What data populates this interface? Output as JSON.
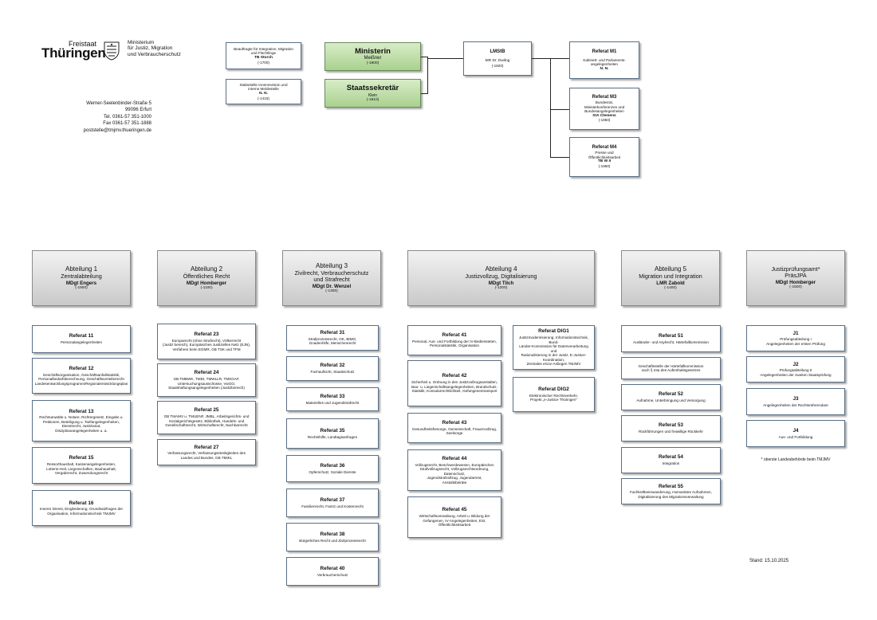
{
  "logo": {
    "state_small": "Freistaat",
    "state_big": "Thüringen",
    "ministry_lines": [
      "Ministerium",
      "für Justiz, Migration",
      "und Verbraucherschutz"
    ]
  },
  "address": {
    "street": "Werner-Seelenbinder-Straße 5",
    "city": "99096 Erfurt",
    "tel": "Tel.   0361-57 351-1000",
    "fax": "Fax  0361-57 351-1888",
    "email": "poststelle@tmjmv.thueringen.de"
  },
  "top_left_boxes": [
    {
      "lines": [
        "Beauftragte für Integration, Migration",
        "und Flüchtlinge"
      ],
      "head": "TB Storch",
      "code": "(-1700)"
    },
    {
      "lines": [
        "Stabsstelle Innenrevision und",
        "interne Meldestelle"
      ],
      "head": "N. N.",
      "code": "(-1415)"
    }
  ],
  "leadership": {
    "minister": {
      "title": "Ministerin",
      "name": "Meißner",
      "code": "(-1800)"
    },
    "secretary": {
      "title": "Staatssekretär",
      "name": "Klein",
      "code": "(-1810)"
    }
  },
  "lmstb": {
    "title": "LMStB",
    "head": "MR Dr. Dwilng",
    "code": "(-1820)"
  },
  "staff_units": [
    {
      "title": "Referat M1",
      "lines": [
        "Kabinett- und Parlaments-",
        "angelegenheiten"
      ],
      "head": "N. N.",
      "code": ""
    },
    {
      "title": "Referat M3",
      "lines": [
        "Bundesrat,",
        "Ministerkonferenzen und",
        "Bundesangelegenheiten"
      ],
      "head": "StA Clemens",
      "code": "(-1850)"
    },
    {
      "title": "Referat M4",
      "lines": [
        "Presse und",
        "Öffentlichkeitsarbeit"
      ],
      "head": "TB W II",
      "code": "(-1860)"
    }
  ],
  "departments": [
    {
      "title": "Abteilung 1",
      "subtitle": [
        "Zentralabteilung"
      ],
      "head": "MDgt Engers",
      "code": "(-1900)",
      "units": [
        {
          "title": "Referat 11",
          "lines": [
            "Personalangelegenheiten"
          ]
        },
        {
          "title": "Referat 12",
          "lines": [
            "Geschäftsorganisation, Geschäftsanfallstatistik,",
            "Personalbedarfsberechnung, Geschäftsverteilerrecht",
            "Landesentwicklungsprogramm/Regionalentwicklungsplan"
          ]
        },
        {
          "title": "Referat 13",
          "lines": [
            "Rechtsanwälte u. Notare, Richtergesetz, Eingabe u.",
            "Petitionen, Beteiligung u. Tarifangelegenheiten,",
            "Dienstrecht, Justiziariat,",
            "Disziplinarangelegenheiten u. a."
          ]
        },
        {
          "title": "Referat 15",
          "lines": [
            "Ressorthaushalt, Kassenangelegenheiten,",
            "Lotterie-Heil, Liegenschaften, Bauhaushalt,",
            "Vergaberecht, Zuwendungsrecht"
          ]
        },
        {
          "title": "Referat 16",
          "lines": [
            "Innerer Dienst, Eingliederung, Grundsatzfragen der",
            "Organisation, Informationstechnik TMJMV"
          ]
        }
      ]
    },
    {
      "title": "Abteilung 2",
      "subtitle": [
        "Öffentliches Recht"
      ],
      "head": "MDgt Homberger",
      "code": "(-1100)",
      "units": [
        {
          "title": "Referat 23",
          "lines": [
            "Europarecht (ohne Strafrecht), Völkerrecht",
            "(Justiz bereich), Europäisches Justizielles Netz (EJN),",
            "Verfahren beim EGMR, GB TSK und TFM"
          ]
        },
        {
          "title": "Referat 24",
          "lines": [
            "GB TMBWK, TMDI, TMWLLR, TMSGAF,",
            "Untersuchungsausschüsse, VwGO,",
            "Staatshaftungsangelegenheiten (Justizbereich)"
          ]
        },
        {
          "title": "Referat 25",
          "lines": [
            "GB TMAMV u. TMUENF, JMBL, Arbeitsgerichts- und",
            "Sozialgerichtsgesetz, Bibliothek, Handels- und",
            "Gesellschaftsrecht, Wirtschaftsrecht, Nachbarrecht"
          ]
        },
        {
          "title": "Referat 27",
          "lines": [
            "Verfassungsrecht, Verfassungsstreitigkeiten des",
            "Landes und Bundes, GB TMIKL"
          ]
        }
      ]
    },
    {
      "title": "Abteilung 3",
      "subtitle": [
        "Zivilrecht, Verbraucherschutz",
        "und Strafrecht"
      ],
      "head": "MDgt Dr. Wenzel",
      "code": "(-1300)",
      "units": [
        {
          "title": "Referat 31",
          "lines": [
            "Strafprozessrecht, OK, BtMG,",
            "Gnadenhilfe, Menschenrecht"
          ]
        },
        {
          "title": "Referat 32",
          "lines": [
            "Fachaufsicht, Staatsschutz"
          ]
        },
        {
          "title": "Referat 33",
          "lines": [
            "Materielles und Jugendstrafrecht"
          ]
        },
        {
          "title": "Referat 35",
          "lines": [
            "Rechtshilfe, Landtagsanfragen"
          ]
        },
        {
          "title": "Referat 36",
          "lines": [
            "Opferschutz, Soziale Dienste"
          ]
        },
        {
          "title": "Referat 37",
          "lines": [
            "Familienrecht, FamG und Kostenrecht"
          ]
        },
        {
          "title": "Referat 38",
          "lines": [
            "Bürgerliches Recht und Zivilprozessrecht"
          ]
        },
        {
          "title": "Referat 40",
          "lines": [
            "Verbraucherschutz"
          ]
        }
      ]
    },
    {
      "title": "Abteilung 4",
      "subtitle": [
        "Justizvollzug, Digitalisierung"
      ],
      "head": "MDgt Tilch",
      "code": "(-1200)",
      "units": [
        {
          "title": "Referat 41",
          "lines": [
            "Personal, Aus- und Fortbildung der IV-Bediensteten,",
            "Personalstatistik, Organisation"
          ]
        },
        {
          "title": "Referat 42",
          "lines": [
            "Sicherheit u. Ordnung in den Justizvollzugsanstalten,",
            "Bau- u. Liegenschaftsangelegenheiten, Brandschutz,",
            "Statistik, Konsularrechtlichkeit, Gefangenentransport"
          ]
        },
        {
          "title": "Referat 43",
          "lines": [
            "Gesundheitsfürsorge, Gemeinschaft, Frauenvollzug,",
            "Seelsorge"
          ]
        },
        {
          "title": "Referat 44",
          "lines": [
            "Vollzugsrecht, Beschwerdewesen, Europäischen",
            "Strafvollzugsrecht, Vollzugsrechtsordnung, Datenschutz,",
            "Jugendstrafvollzug, Jugendarrest,",
            "Anstaltsbeiräte"
          ]
        },
        {
          "title": "Referat 45",
          "lines": [
            "Wirtschaftsverwaltung, Arbeit u. Bildung der",
            "Gefangenen, IV-Angelegenheiten, ESI,",
            "Öffentlichkeitsarbeit"
          ]
        }
      ],
      "digital_units": [
        {
          "title": "Referat DIG1",
          "lines": [
            "Justizmodernisierung, Informationstechnik, Bund-",
            "Länder-Kommission für Datenverarbeitung und",
            "Rationalisierung in der Justiz, E-Justice-Koordination,",
            "Zentrales eGov-Anliegen TMJMV"
          ]
        },
        {
          "title": "Referat DIG2",
          "lines": [
            "Elektronischer Rechtsverkehr,",
            "Projekt „e-Justice Thüringen“"
          ]
        }
      ]
    },
    {
      "title": "Abteilung 5",
      "subtitle": [
        "Migration und Integration"
      ],
      "head": "LMR Zabold",
      "code": "(-1400)",
      "units": [
        {
          "title": "Referat 51",
          "lines": [
            "Ausländer- und Asylrecht, Härtefallkommission"
          ]
        },
        {
          "title": "",
          "lines": [
            "Geschäftsstelle der Härtefallkommission",
            "nach § 23a des Aufenthaltsgesetzes"
          ]
        },
        {
          "title": "Referat 52",
          "lines": [
            "Aufnahme, Unterbringung und Versorgung"
          ]
        },
        {
          "title": "Referat 53",
          "lines": [
            "Rückführungen und freiwillige Rückkehr"
          ]
        },
        {
          "title": "Referat 54",
          "lines": [
            "Integration"
          ]
        },
        {
          "title": "Referat 55",
          "lines": [
            "Fachkräfteeinwanderung, Humanitäre Aufnahmen,",
            "Digitalisierung des Migrationsverwaltung"
          ]
        }
      ]
    },
    {
      "title": "Justizprüfungsamt*",
      "subtitle": [
        "PräsJPA"
      ],
      "head": "MDgt Homberger",
      "code": "(-1500)",
      "units": [
        {
          "title": "J1",
          "lines": [
            "Prüfungsabteilung I",
            "Angelegenheiten der ersten Prüfung"
          ]
        },
        {
          "title": "J2",
          "lines": [
            "Prüfungsabteilung II",
            "Angelegenheiten der zweiten Staatsprüfung"
          ]
        },
        {
          "title": "J3",
          "lines": [
            "Angelegenheiten der Rechtsreferendare"
          ]
        },
        {
          "title": "J4",
          "lines": [
            "Aus- und Fortbildung"
          ]
        }
      ]
    }
  ],
  "footnote": "* oberste Landesbehörde beim TMJMV",
  "date_stamp": "Stand: 15.10.2025"
}
